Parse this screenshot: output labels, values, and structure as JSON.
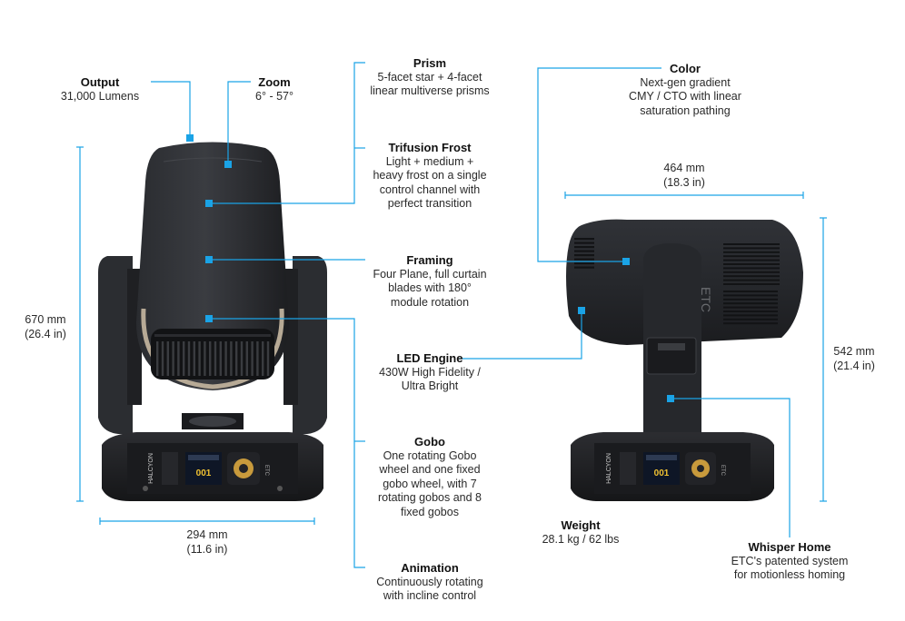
{
  "accent_color": "#1aa3e6",
  "callouts": {
    "output": {
      "title": "Output",
      "body": "31,000 Lumens"
    },
    "zoom": {
      "title": "Zoom",
      "body": "6° - 57°"
    },
    "prism": {
      "title": "Prism",
      "body": "5-facet star + 4-facet\nlinear multiverse prisms"
    },
    "trifusion": {
      "title": "Trifusion Frost",
      "body": "Light + medium +\nheavy frost on a single\ncontrol channel with\nperfect transition"
    },
    "framing": {
      "title": "Framing",
      "body": "Four Plane, full curtain\nblades with 180°\nmodule rotation"
    },
    "led": {
      "title": "LED Engine",
      "body": "430W High Fidelity /\nUltra Bright"
    },
    "gobo": {
      "title": "Gobo",
      "body": "One rotating Gobo\nwheel and one fixed\ngobo wheel, with 7\nrotating gobos and 8\nfixed gobos"
    },
    "animation": {
      "title": "Animation",
      "body": "Continuously rotating\nwith incline control"
    },
    "color": {
      "title": "Color",
      "body": "Next-gen gradient\nCMY / CTO with linear\nsaturation pathing"
    },
    "weight": {
      "title": "Weight",
      "body": "28.1 kg / 62 lbs"
    },
    "whisper": {
      "title": "Whisper Home",
      "body": "ETC's patented system\nfor motionless homing"
    }
  },
  "dimensions": {
    "height_front": "670 mm\n(26.4 in)",
    "width_front": "294 mm\n(11.6 in)",
    "width_side": "464 mm\n(18.3 in)",
    "height_side": "542 mm\n(21.4 in)"
  },
  "fixture": {
    "brand": "ETC",
    "model": "HALCYON",
    "display_value": "001"
  }
}
